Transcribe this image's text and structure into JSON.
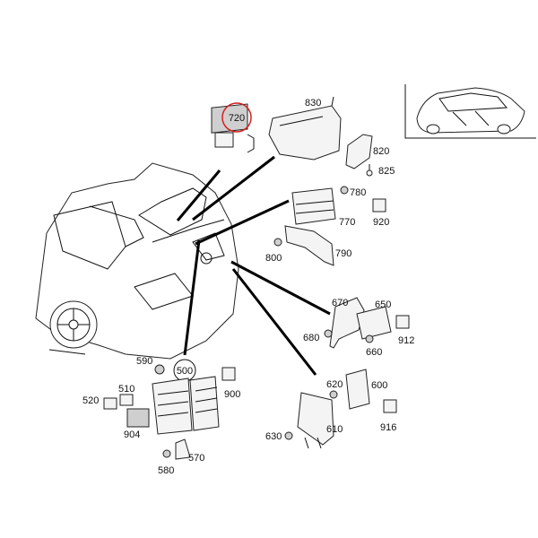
{
  "diagram": {
    "callouts": [
      {
        "id": "720",
        "label": "720",
        "highlight": "red-circle"
      },
      {
        "id": "830",
        "label": "830"
      },
      {
        "id": "820",
        "label": "820"
      },
      {
        "id": "825",
        "label": "825"
      },
      {
        "id": "780",
        "label": "780"
      },
      {
        "id": "770",
        "label": "770"
      },
      {
        "id": "920",
        "label": "920"
      },
      {
        "id": "790",
        "label": "790"
      },
      {
        "id": "800",
        "label": "800"
      },
      {
        "id": "670",
        "label": "670"
      },
      {
        "id": "650",
        "label": "650"
      },
      {
        "id": "680",
        "label": "680"
      },
      {
        "id": "660",
        "label": "660"
      },
      {
        "id": "912",
        "label": "912"
      },
      {
        "id": "590",
        "label": "590"
      },
      {
        "id": "500",
        "label": "500",
        "highlight": "circle"
      },
      {
        "id": "510",
        "label": "510"
      },
      {
        "id": "520",
        "label": "520"
      },
      {
        "id": "900",
        "label": "900"
      },
      {
        "id": "904",
        "label": "904"
      },
      {
        "id": "570",
        "label": "570"
      },
      {
        "id": "580",
        "label": "580"
      },
      {
        "id": "620",
        "label": "620"
      },
      {
        "id": "600",
        "label": "600"
      },
      {
        "id": "610",
        "label": "610"
      },
      {
        "id": "630",
        "label": "630"
      },
      {
        "id": "916",
        "label": "916"
      }
    ],
    "colors": {
      "highlight_ring": "#d42020",
      "line": "#111111",
      "part_fill": "#f4f4f4"
    }
  }
}
